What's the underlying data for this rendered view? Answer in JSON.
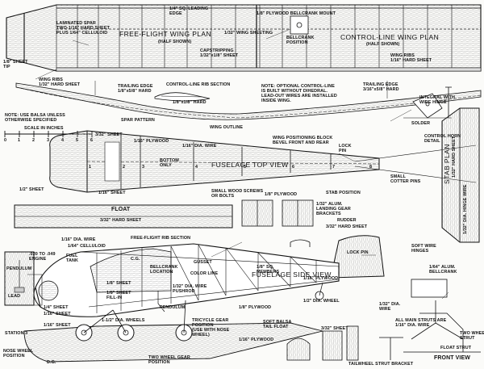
{
  "wing": {
    "free_flight_title": "FREE-FLIGHT WING PLAN",
    "free_flight_sub": "(HALF SHOWN)",
    "control_line_title": "CONTROL-LINE WING PLAN",
    "control_line_sub": "(HALF SHOWN)",
    "leading_edge": "1/4\" SQ. LEADING\nEDGE",
    "bellcrank_mount": "1/8\" PLYWOOD BELLCRANK MOUNT",
    "laminated_spar": "LAMINATED SPAR\nTWO-1/16\" HARD SHEET\nPLUS 1/64\" CELLULOID",
    "wing_sheeting": "1/32\" WING SHEETING",
    "bellcrank_position": "BELLCRANK\nPOSITION",
    "capstripping": "CAPSTRIPPING\n1/32\"x1/8\" SHEET",
    "wing_ribs_right": "WING RIBS\n1/16\" HARD SHEET",
    "tip_sheet": "1/8\" SHEET\nTIP",
    "wing_ribs_left": "WING RIBS\n1/32\" HARD SHEET",
    "trailing_edge_left": "TRAILING EDGE\n1/8\"x5/8\" HARD",
    "cl_rib_section": "CONTROL-LINE RIB SECTION",
    "rib_sheet": "1/8\"x1/8\" HARD",
    "optional_note": "NOTE: OPTIONAL CONTROL-LINE\nIS BUILT WITHOUT DIHEDRAL.\nLEAD-OUT WIRES ARE INSTALLED\nINSIDE WING.",
    "trailing_edge_right": "TRAILING EDGE\n3/16\"x5/8\" HARD",
    "spar_pattern": "SPAR PATTERN",
    "wing_outline": "WING OUTLINE",
    "integral": "INTEGRAL WITH\nWIRE HINGE",
    "solder": "SOLDER",
    "control_horn": "CONTROL HORN\nDETAIL"
  },
  "general": {
    "balsa_note": "NOTE: USE BALSA UNLESS\nOTHERWISE SPECIFIED",
    "scale_title": "SCALE IN INCHES",
    "scale_ticks": [
      "0",
      "1",
      "2",
      "3",
      "4",
      "5",
      "6"
    ]
  },
  "fuselage_top": {
    "title": "FUSELAGE TOP VIEW",
    "sheet_3_32": "3/32\" SHEET",
    "plywood_1_16": "1/16\" PLYWOOD",
    "dia_wire": "1/16\" DIA. WIRE",
    "bottom_only": "BOTTOM\nONLY",
    "sheet_half": "1/2\" SHEET",
    "sheet_1_16": "1/16\" SHEET",
    "block": "WING POSITIONING BLOCK\nBEVEL FRONT AND REAR",
    "lock_pin": "LOCK\nPIN",
    "small_cotter": "SMALL\nCOTTER PINS",
    "stab_position": "STAB POSITION",
    "small_screws": "SMALL WOOD SCREWS\nOR BOLTS",
    "plywood_1_8": "1/8\" PLYWOOD",
    "gear_brackets": "1/32\" ALUM.\nLANDING GEAR\nBRACKETS"
  },
  "float": {
    "label": "FLOAT",
    "sheet": "3/32\" HARD SHEET"
  },
  "stab": {
    "title": "STAB PLAN",
    "sheet": "1/32\" HARD SHEET",
    "dia_hinge": "1/32\" DIA. HINGE WIRE"
  },
  "fuselage_side": {
    "title": "FUSELAGE SIDE VIEW",
    "dia_wire_1_16": "1/16\" DIA. WIRE",
    "celluloid": "1/64\" CELLULOID",
    "ff_rib": "FREE-FLIGHT RIB SECTION",
    "engine": ".020 TO .049\nENGINE",
    "fuel_tank": "FUEL\nTANK",
    "cg": "C.G.",
    "bellcrank_loc": "BELLCRANK\nLOCATION",
    "gusset": "GUSSET",
    "color_line": "COLOR LINE",
    "members": "1/8\" SQ.\nMEMBERS",
    "plywood_1_16": "1/16\" PLYWOOD",
    "rudder": "RUDDER",
    "rudder_sheet": "3/32\" HARD SHEET",
    "lock_pin": "LOCK PIN",
    "soft_hinge": "SOFT WIRE\nHINGES",
    "alum_bellcrank": "1/64\" ALUM.\nBELLCRANK",
    "sheet_1_8": "1/8\" SHEET",
    "fill_in": "1/8\" SHEET\nFILL-IN",
    "pendulum": "PENDULUM",
    "dia_wire_1_32": "1/32\" DIA. WIRE\nPUSHROD",
    "plywood_1_8": "1/8\" PLYWOOD",
    "soft_balsa": "SOFT BALSA\nTAIL FLOAT",
    "half_wheel": "1/2\" DIA. WHEEL",
    "wire_dia_1_32": "1/32\" DIA.\nWIRE",
    "sheet_1_4": "1/4\" SHEET",
    "sheet_1_16a": "1/16\" SHEET",
    "sheet_1_16b": "1/16\" SHEET",
    "wheels_1_5": "1-1/2\" DIA. WHEELS",
    "tricycle": "TRICYCLE GEAR\nPOSITION\n(USE WITH NOSE\nWHEEL)",
    "two_wheel_pos": "TWO WHEEL GEAR\nPOSITION",
    "nose_wheel": "NOSE WHEEL\nPOSITION",
    "dg": "D.G."
  },
  "station": {
    "pendulum": "PENDULUM",
    "lead": "LEAD",
    "label": "STATION 3"
  },
  "bottom_right": {
    "plywood_1_16": "1/16\" PLYWOOD",
    "sheet_3_32": "3/32\" SHEET",
    "tailwheel": "TAILWHEEL STRUT BRACKET",
    "all_main": "ALL MAIN STRUTS ARE\n1/16\" DIA. WIRE",
    "two_wheel_strut": "TWO WHEEL\nSTRUT",
    "float_strut": "FLOAT STRUT",
    "front_view": "FRONT VIEW"
  },
  "station_numbers": [
    "1",
    "2",
    "3",
    "4",
    "5",
    "6",
    "7",
    "8"
  ]
}
